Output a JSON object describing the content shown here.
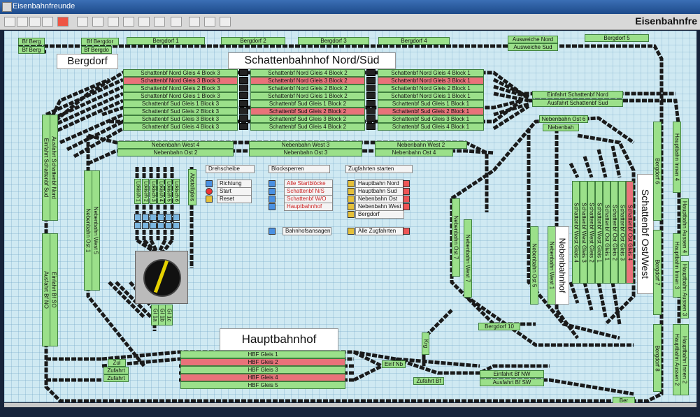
{
  "window": {
    "title": "Eisenbahnfreunde",
    "app_name": "Eisenbahnfre"
  },
  "stations": {
    "bergdorf": "Bergdorf",
    "schatten_nord_sud": "Schattenbahnhof Nord/Süd",
    "schatten_ost_west": "Schattenbf Ost/West",
    "nebenbahnhof": "Nebenbahnhof",
    "hauptbahnhof": "Hauptbahnhof"
  },
  "top_tracks": [
    "Bf Berg",
    "Bf Bergdor",
    "Bergdorf 1",
    "Bergdorf 2",
    "Bergdorf 3",
    "Bergdorf 4",
    "Ausweiche Nord",
    "Ausweiche Sud",
    "Bergdorf 5",
    "Bf Berg",
    "Bf Bergdo"
  ],
  "schatten_rows": [
    {
      "c1": "Schattenbf Nord Gleis 4 Block 3",
      "c2": "Schattenbf Nord Gleis 4 Block 2",
      "c3": "Schattenbf Nord Gleis 4 Block 1",
      "occ": [
        false,
        false,
        false
      ]
    },
    {
      "c1": "Schattenbf Nord Gleis 3 Block 3",
      "c2": "Schattenbf Nord Gleis 3 Block 2",
      "c3": "Schattenbf Nord Gleis 3 Block 1",
      "occ": [
        true,
        true,
        true
      ]
    },
    {
      "c1": "Schattenbf Nord Gleis 2 Block 3",
      "c2": "Schattenbf Nord Gleis 2 Block 2",
      "c3": "Schattenbf Nord Gleis 2 Block 1",
      "occ": [
        false,
        false,
        false
      ]
    },
    {
      "c1": "Schattenbf Nord Gleis 1 Block 3",
      "c2": "Schattenbf Nord Gleis 1 Block 2",
      "c3": "Schattenbf Nord Gleis 1 Block 1",
      "occ": [
        false,
        false,
        false
      ]
    },
    {
      "c1": "Schattenbf Sud Gleis 1 Block 3",
      "c2": "Schattenbf Sud Gleis 1 Block 2",
      "c3": "Schattenbf Sud Gleis 1 Block 1",
      "occ": [
        false,
        false,
        false
      ]
    },
    {
      "c1": "Schattenbf Sud Gleis 2 Block 3",
      "c2": "Schattenbf Sud Gleis 2 Block 2",
      "c3": "Schattenbf Sud Gleis 2 Block 1",
      "occ": [
        false,
        true,
        true
      ]
    },
    {
      "c1": "Schattenbf Sud Gleis 3 Block 3",
      "c2": "Schattenbf Sud Gleis 3 Block 2",
      "c3": "Schattenbf Sud Gleis 3 Block 1",
      "occ": [
        false,
        false,
        false
      ]
    },
    {
      "c1": "Schattenbf Sud Gleis 4 Block 3",
      "c2": "Schattenbf Sud Gleis 4 Block 2",
      "c3": "Schattenbf Sud Gleis 4 Block 1",
      "occ": [
        false,
        false,
        false
      ]
    }
  ],
  "einfahrt_schatten_nord": "Einfahrt Schattenbf Nord",
  "ausfahrt_schatten_sud": "Ausfahrt Schattenbf Sud",
  "nebenbahn_west": [
    {
      "c1": "Nebenbahn West 4",
      "c2": "Nebenbahn West 3",
      "c3": "Nebenbahn West 2"
    },
    {
      "c1": "Nebenbahn Ost 2",
      "c2": "Nebenbahn Ost 3",
      "c3": "Nebenbahn Ost 4"
    }
  ],
  "nebenbahn_ost_6": "Nebenbahn Ost 6",
  "nebenbah": "Nebenbah",
  "left_vertical": [
    "Einfahrt Schattenbf Sud",
    "Ausfahrt Schattenbf Nord",
    "Nebenbahn Ost 1",
    "Nebenbahn West 5",
    "Ausfahrt Bf NO",
    "Einfahrt Bf SO"
  ],
  "mid_vertical": [
    "Nebenbahn Ost 7",
    "Nebenbahn West 7",
    "Nebenbahn Ost 5",
    "Nebenbahn West 1"
  ],
  "right_vertical": [
    "Bergdorf 6",
    "Bergdorf 7",
    "Bergdorf 8",
    "Hauptbahn Innen 4",
    "Hauptbahn Aussen 4",
    "Hauptbahn Innen 3",
    "Hauptbahn Aussen 3",
    "Hauptbahn Aussen 2",
    "Hauptbahn Innen 2"
  ],
  "ostwest_tracks": [
    "Schattenbf West Gleis 4",
    "Schattenbf West Gleis 3",
    "Schattenbf West Gleis 2",
    "Schattenbf West Gleis 1",
    "Schattenbf Ost Gleis 1",
    "Schattenbf Ost Gleis 2",
    "Schattenbf Ost Gleis 3",
    "Schattenbf Ost Gleis 4"
  ],
  "lok_columns": [
    "Lokisch 1",
    "Lokisch 2",
    "Lokisch 3",
    "Lokisch 4",
    "Lokisch 5",
    "Lokisch 6"
  ],
  "abstellgleis": "Abstellgleis",
  "bw": "Bw",
  "gleis_small": [
    "Gl 1a",
    "Gl 1b",
    "Gl 1c"
  ],
  "drehscheibe": {
    "header": "Drehscheibe",
    "items": [
      "Richtung",
      "Start",
      "Reset"
    ]
  },
  "blocksperren": {
    "header": "Blocksperren",
    "items": [
      "Alle Startblöcke",
      "Schattenbf N/S",
      "Schattenbf W/O",
      "Hauptbahnhof"
    ]
  },
  "bahnhofsansagen": "Bahnhofsansagen",
  "zugfahrten": {
    "header": "Zugfahrten starten",
    "items": [
      "Hauptbahn Nord",
      "Hauptbahn Sud",
      "Nebenbahn Ost",
      "Nebenbahn West",
      "Bergdorf"
    ],
    "all": "Alle Zugfahrten"
  },
  "hbf": [
    {
      "label": "HBF Gleis 1",
      "occ": false
    },
    {
      "label": "HBF Gleis 2",
      "occ": true
    },
    {
      "label": "HBF Gleis 3",
      "occ": false
    },
    {
      "label": "HBF Gleis 4",
      "occ": true
    },
    {
      "label": "HBF Gleis 5",
      "occ": false
    }
  ],
  "hbf_left": [
    "Zul",
    "Zufahrt",
    "Zufahrt"
  ],
  "hbf_right": [
    "Einf Nb",
    "Zufahrt Bf"
  ],
  "einfahrt_bf_nw": "Einfahrt Bf NW",
  "ausfahrt_bf_sw": "Ausfahrt Bf SW",
  "bergdorf_10": "Bergdorf 10",
  "krg": "Krg",
  "ber": "Ber",
  "colors": {
    "free": "#9be08a",
    "occupied": "#e9727a",
    "background": "#cfe9f2",
    "track": "#1a1a1a"
  }
}
